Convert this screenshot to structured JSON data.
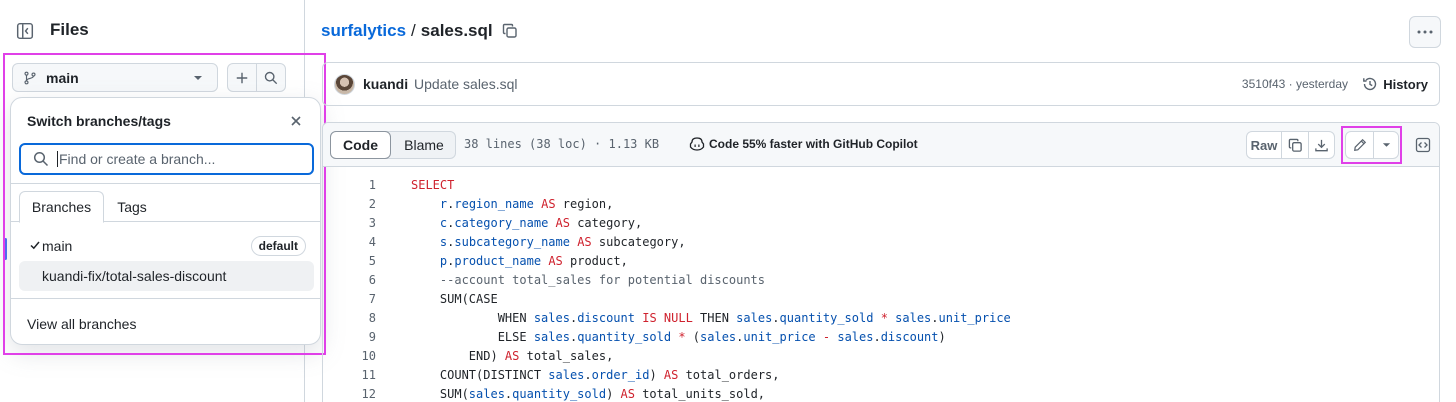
{
  "sidebar": {
    "title": "Files",
    "branch_label": "main"
  },
  "branch_popover": {
    "title": "Switch branches/tags",
    "search_placeholder": "Find or create a branch...",
    "tabs": [
      {
        "label": "Branches",
        "active": true
      },
      {
        "label": "Tags",
        "active": false
      }
    ],
    "branches": [
      {
        "name": "main",
        "selected": true,
        "badge": "default"
      },
      {
        "name": "kuandi-fix/total-sales-discount",
        "selected": false,
        "badge": ""
      }
    ],
    "view_all": "View all branches"
  },
  "breadcrumb": {
    "repo": "surfalytics",
    "separator": "/",
    "file": "sales.sql"
  },
  "commit": {
    "author": "kuandi",
    "message": "Update sales.sql",
    "meta": "3510f43 · yesterday",
    "history_label": "History"
  },
  "file_header": {
    "tab_code": "Code",
    "tab_blame": "Blame",
    "info": "38 lines (38 loc) · 1.13 KB",
    "copilot": "Code 55% faster with GitHub Copilot",
    "raw_label": "Raw"
  },
  "code_lines": [
    {
      "n": "1",
      "text": "SELECT"
    },
    {
      "n": "2",
      "text": "    r.region_name AS region,"
    },
    {
      "n": "3",
      "text": "    c.category_name AS category,"
    },
    {
      "n": "4",
      "text": "    s.subcategory_name AS subcategory,"
    },
    {
      "n": "5",
      "text": "    p.product_name AS product,"
    },
    {
      "n": "6",
      "text": "    --account total_sales for potential discounts"
    },
    {
      "n": "7",
      "text": "    SUM(CASE"
    },
    {
      "n": "8",
      "text": "            WHEN sales.discount IS NULL THEN sales.quantity_sold * sales.unit_price"
    },
    {
      "n": "9",
      "text": "            ELSE sales.quantity_sold * (sales.unit_price - sales.discount)"
    },
    {
      "n": "10",
      "text": "        END) AS total_sales,"
    },
    {
      "n": "11",
      "text": "    COUNT(DISTINCT sales.order_id) AS total_orders,"
    },
    {
      "n": "12",
      "text": "    SUM(sales.quantity_sold) AS total_units_sold,"
    }
  ],
  "colors": {
    "accent": "#0969da",
    "highlight": "#e040e8",
    "keyword": "#cf222e",
    "identifier": "#0550ae"
  }
}
